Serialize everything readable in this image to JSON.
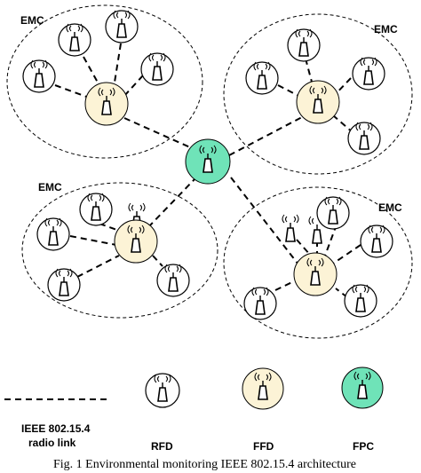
{
  "diagram": {
    "cluster_label": "EMC",
    "caption": "Fig. 1 Environmental monitoring IEEE 802.15.4 architecture",
    "colors": {
      "rfd_fill": "#ffffff",
      "ffd_fill": "#fcf3d6",
      "fpc_fill": "#6fe3b8",
      "line": "#000000"
    },
    "legend": {
      "link_label_line1": "IEEE 802.15.4",
      "link_label_line2": "radio link",
      "rfd_label": "RFD",
      "ffd_label": "FFD",
      "fpc_label": "FPC"
    },
    "node_icon": "antenna-device-icon"
  }
}
